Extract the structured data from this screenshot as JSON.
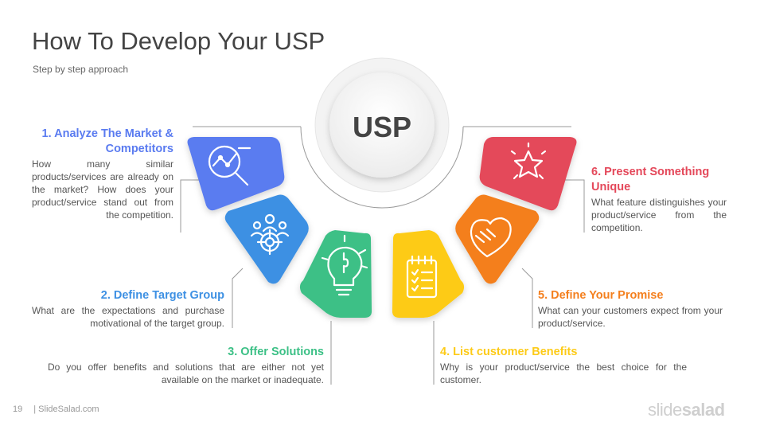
{
  "slide": {
    "title": "How To Develop Your USP",
    "subtitle": "Step by step approach",
    "page_number": "19",
    "footer_text": "| SlideSalad.com",
    "brand_part1": "slide",
    "brand_part2": "salad"
  },
  "center": {
    "label": "USP"
  },
  "colors": {
    "step1": "#5a7bf0",
    "step2": "#3d90e3",
    "step3": "#3cc086",
    "step4": "#fdcb18",
    "step5": "#f47f1d",
    "step6": "#e4485a",
    "connector": "#9a9a9a",
    "title": "#444444"
  },
  "steps": [
    {
      "title": "1. Analyze The Market & Competitors",
      "text": "How many similar products/services are already on the market? How does your product/service stand out from the competition.",
      "icon": "magnifier-chart-icon"
    },
    {
      "title": "2. Define Target Group",
      "text": "What are the expectations and purchase motivational of the target group.",
      "icon": "target-group-icon"
    },
    {
      "title": "3. Offer Solutions",
      "text": "Do you offer benefits and solutions that are either not yet available on the market or inadequate.",
      "icon": "lightbulb-puzzle-icon"
    },
    {
      "title": "4. List customer Benefits",
      "text": "Why is your product/service the best choice for the customer.",
      "icon": "checklist-icon"
    },
    {
      "title": "5. Define Your Promise",
      "text": "What can your customers expect from your product/service.",
      "icon": "handshake-heart-icon"
    },
    {
      "title": "6. Present Something Unique",
      "text": "What feature distinguishes your product/service from the competition.",
      "icon": "star-icon"
    }
  ]
}
